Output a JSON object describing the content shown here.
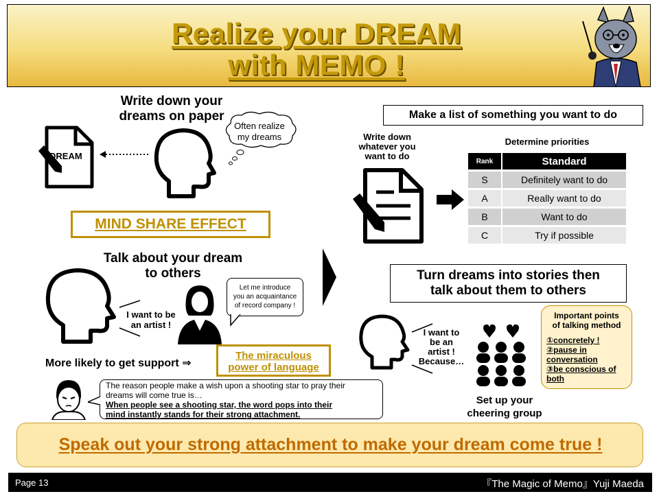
{
  "header": {
    "title_line1": "Realize your DREAM",
    "title_line2": "with MEMO !"
  },
  "left_top": {
    "heading_line1": "Write down your",
    "heading_line2": "dreams on paper",
    "thought_line1": "Often realize",
    "thought_line2": "my dreams",
    "document_label": "DREAM",
    "effect_box": "MIND SHARE EFFECT"
  },
  "left_middle": {
    "heading_line1": "Talk about your dream",
    "heading_line2": "to others",
    "speech_line1": "I want to be",
    "speech_line2": "an artist !",
    "woman_bubble_line1": "Let me introduce",
    "woman_bubble_line2": "you an acquaintance",
    "woman_bubble_line3": "of record company !",
    "support_text": "More likely to get support ⇒",
    "power_line1": "The miraculous",
    "power_line2": "power of language"
  },
  "left_bottom": {
    "note_line1": "The reason people make a wish upon a shooting star to pray their",
    "note_line2": "dreams will come true is…",
    "note_line3": "When people see a shooting star, the word pops into their",
    "note_line4": "mind instantly stands for their strong attachment."
  },
  "right_top": {
    "list_box": "Make a list of something you want to do",
    "write_line1": "Write down",
    "write_line2": "whatever you",
    "write_line3": "want to do",
    "priorities_label": "Determine priorities",
    "table_headers": [
      "Rank",
      "Standard"
    ],
    "table_rows": [
      {
        "rank": "S",
        "standard": "Definitely want to do"
      },
      {
        "rank": "A",
        "standard": "Really want to do"
      },
      {
        "rank": "B",
        "standard": "Want to do"
      },
      {
        "rank": "C",
        "standard": "Try if possible"
      }
    ]
  },
  "right_bottom": {
    "stories_line1": "Turn dreams into stories then",
    "stories_line2": "talk about them to others",
    "speech_line1": "I want to",
    "speech_line2": "be an",
    "speech_line3": "artist !",
    "speech_line4": "Because…",
    "cheer_line1": "Set up your",
    "cheer_line2": "cheering group",
    "points_title_line1": "Important points",
    "points_title_line2": "of talking method",
    "point1": "①concretely !",
    "point2_line1": "②pause in",
    "point2_line2": "conversation",
    "point3_line1": "③be conscious of",
    "point3_line2": "both"
  },
  "banner": "Speak out your strong attachment to make your dream come true !",
  "footer": {
    "page": "Page 13",
    "credit": "『The Magic of Memo』Yuji Maeda"
  },
  "colors": {
    "gold": "#bf9000",
    "title_gold": "#c49a0a",
    "banner_text": "#bf6a00",
    "banner_bg": "#fde9ad",
    "note_bg": "#fff2cc"
  }
}
